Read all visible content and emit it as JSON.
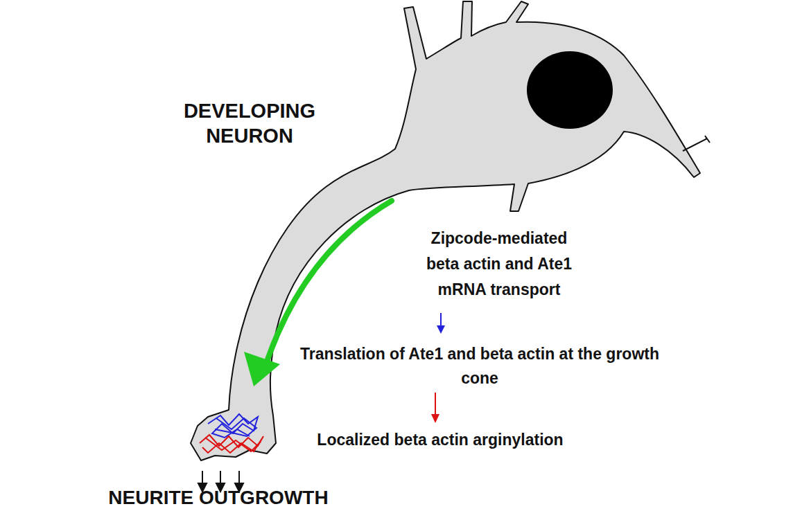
{
  "diagram": {
    "labels": [
      "DEVELOPING NEURON",
      "Zipcode-mediated beta actin and Ate1 mRNA transport",
      "Translation of Ate1 and beta actin at the growth cone",
      "Localized beta actin arginylation",
      "NEURITE OUTGROWTH"
    ]
  }
}
